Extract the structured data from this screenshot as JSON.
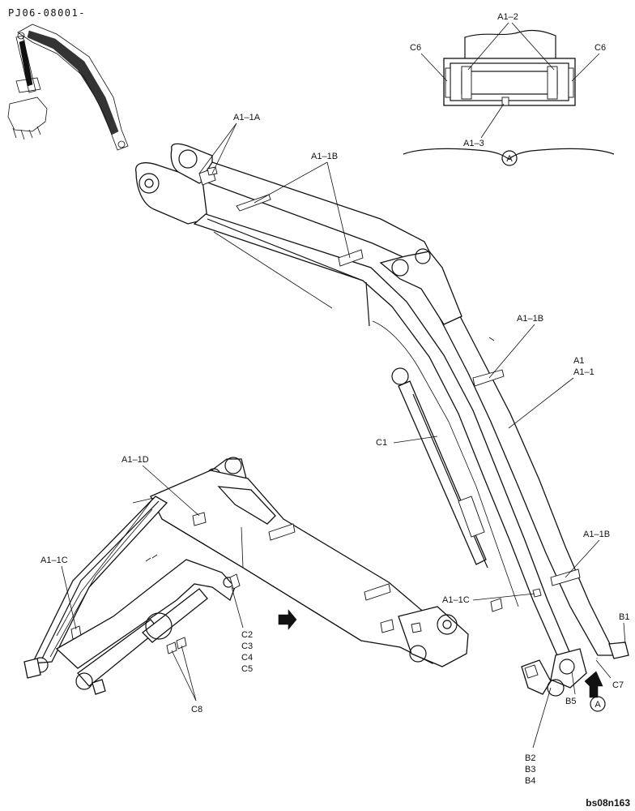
{
  "header": {
    "part_code": "PJ06-08001-"
  },
  "detail": {
    "marker": "A",
    "labels": {
      "a1_2": "A1–2",
      "c6_left": "C6",
      "c6_right": "C6",
      "a1_3": "A1–3"
    }
  },
  "labels": {
    "a1_1a": "A1–1A",
    "a1_1b_top": "A1–1B",
    "a1_1b_mid": "A1–1B",
    "a1_1b_low": "A1–1B",
    "a1": "A1",
    "a1_1": "A1–1",
    "c1": "C1",
    "a1_1d": "A1–1D",
    "a1_1c_left": "A1–1C",
    "a1_1c_right": "A1–1C",
    "c2": "C2",
    "c3": "C3",
    "c4": "C4",
    "c5": "C5",
    "c8": "C8",
    "b1": "B1",
    "c7": "C7",
    "a_marker": "A",
    "b5": "B5",
    "b2": "B2",
    "b3": "B3",
    "b4": "B4"
  },
  "footer": {
    "figure_id": "bs08n163"
  },
  "icons": {
    "thumbnail": "excavator-thumbnail-icon",
    "view_arrow": "view-arrow-icon",
    "direction_arrow": "direction-arrow-icon"
  }
}
